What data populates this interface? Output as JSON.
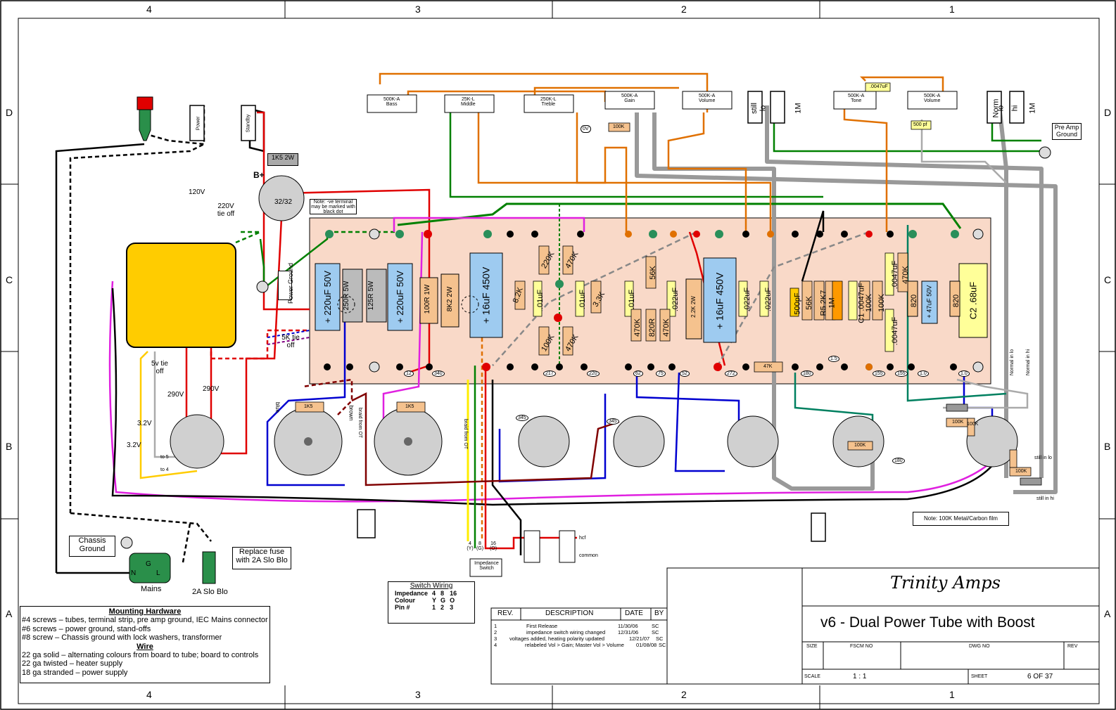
{
  "zones": {
    "cols": [
      "4",
      "3",
      "2",
      "1"
    ],
    "rows": [
      "D",
      "C",
      "B",
      "A"
    ]
  },
  "title_block": {
    "company": "Trinity Amps",
    "title": "v6 - Dual Power Tube with Boost",
    "size_label": "SIZE",
    "fscm_label": "FSCM NO",
    "dwg_label": "DWG NO",
    "rev_label": "REV",
    "scale_label": "SCALE",
    "scale_value": "1 : 1",
    "sheet_label": "SHEET",
    "sheet_value": "6 OF 37"
  },
  "revision_table": {
    "headers": [
      "REV.",
      "DESCRIPTION",
      "DATE",
      "BY"
    ],
    "rows": [
      {
        "rev": "1",
        "desc": "First Release",
        "date": "11/30/06",
        "by": "SC"
      },
      {
        "rev": "2",
        "desc": "impedance switch wiring changed",
        "date": "12/31/06",
        "by": "SC"
      },
      {
        "rev": "3",
        "desc": "voltages added, heating polarity updated",
        "date": "12/21/07",
        "by": "SC"
      },
      {
        "rev": "4",
        "desc": "relabeled Vol > Gain;  Master Vol > Volume",
        "date": "01/08/08",
        "by": "SC"
      }
    ]
  },
  "switch_wiring": {
    "title": "Switch Wiring",
    "rows": [
      [
        "Impedance",
        "4",
        "8",
        "16"
      ],
      [
        "Colour",
        "Y",
        "G",
        "O"
      ],
      [
        "Pin #",
        "1",
        "2",
        "3"
      ]
    ]
  },
  "mounting": {
    "title": "Mounting Hardware",
    "lines": [
      "#4 screws – tubes, terminal strip, pre amp ground, IEC Mains connector",
      "#6 screws – power ground, stand-offs",
      "#8 screw – Chassis ground with lock washers, transformer"
    ],
    "wire_title": "Wire",
    "wire_lines": [
      "22 ga solid – alternating colours from board to tube; board to controls",
      "22 ga twisted – heater supply",
      "18 ga stranded – power supply"
    ]
  },
  "pots": [
    {
      "value": "500K-A",
      "name": "Bass"
    },
    {
      "value": "25K-L",
      "name": "Middle"
    },
    {
      "value": "250K-L",
      "name": "Treble"
    },
    {
      "value": "500K-A",
      "name": "Gain"
    },
    {
      "value": "500K-A",
      "name": "Volume"
    },
    {
      "value": "500K-A",
      "name": "Tone"
    },
    {
      "value": "500K-A",
      "name": "Volume"
    }
  ],
  "labels": {
    "chassis_ground": "Chassis Ground",
    "replace_fuse": "Replace fuse with 2A Slo Blo",
    "mains": "Mains",
    "fuse": "2A Slo Blo",
    "power_ground": "Power Ground",
    "pre_amp_ground": "Pre Amp Ground",
    "note_cap": "Note: -ve terminal may be marked with black dot",
    "note_resistor": "Note: 100K Metal/Carbon film",
    "v120": "120V",
    "v220": "220V tie off",
    "v5": "5v tie off",
    "k5": "5K tie off",
    "v290a": "290V",
    "v290b": "290V",
    "v32a": "3.2V",
    "v32b": "3.2V",
    "to5": "to 5",
    "to4": "to 4",
    "b_plus": "B+",
    "r1k5_2w": "1K5 2W",
    "cap_3232": "32/32",
    "ov": "0V",
    "hcf": "hcf",
    "common": "common",
    "impedance_switch": "Impedance Switch",
    "imp4": "4 (Y)",
    "imp8": "8 (G)",
    "imp16": "16 (O)",
    "blue": "blue",
    "brown": "brown",
    "braid_ot1": "braid from OT",
    "braid_ot2": "braid from OT",
    "normal_lo": "Normal in lo",
    "normal_hi": "Normal in hi",
    "still_lo": "still in lo",
    "still_hi": "still in hi",
    "power": "Power",
    "standby": "Standby"
  },
  "board": {
    "caps": [
      {
        "text": "+ 220uF 50V"
      },
      {
        "text": "+ 220uF 50V"
      },
      {
        "text": "+ 16uF 450V"
      },
      {
        "text": "+ 16uF 450V"
      },
      {
        "text": "+ 47uF 50V"
      },
      {
        "text": "C2 .68uF"
      }
    ],
    "resistors": [
      "250R 5W",
      "125R 5W",
      "100R 1W",
      "8K2 2W",
      "2.2K 2W"
    ],
    "small": [
      "8.2K",
      ".01uF",
      "220K",
      "470K",
      ".01uF",
      "3.3K",
      "100K",
      "470K",
      ".01uF",
      "470K",
      "56K",
      "820R",
      "470K",
      ".022uF",
      ".022uF",
      ".022uF",
      "47K",
      "500pF",
      "56K",
      "R5 2K7",
      "1M",
      "C1 .0047uF",
      "100K",
      "100K",
      ".0047uF",
      "470K",
      "820",
      ".0047uF",
      "820",
      "1K5",
      "1K5",
      "100K",
      "100K",
      "100K",
      "100K",
      "500 pf",
      ".0047uF"
    ],
    "nodes": [
      "12",
      "340",
      "217",
      "220",
      "62",
      "75",
      "52",
      "272",
      "180",
      "1.5",
      "155",
      "155",
      "1.0",
      "180",
      "1.0",
      "345",
      "345"
    ]
  },
  "jacks": [
    "still",
    "lo",
    "1M",
    "Norm",
    "lo",
    "hi",
    "1M"
  ]
}
